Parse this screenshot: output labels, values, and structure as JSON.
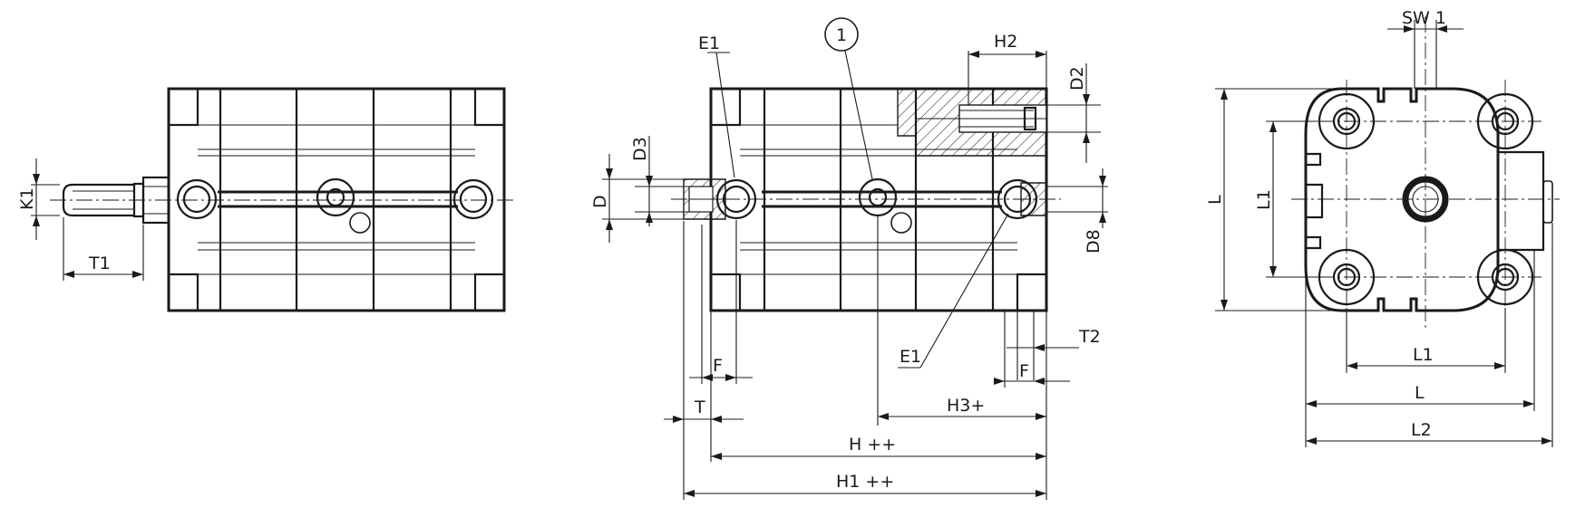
{
  "labels": {
    "k1": "K1",
    "t1": "T1",
    "e1_top": "E1",
    "callout": "1",
    "h2": "H2",
    "d2": "D2",
    "d3": "D3",
    "d": "D",
    "d8": "D8",
    "e1_bottom": "E1",
    "t2": "T2",
    "f_left": "F",
    "f_right": "F",
    "t": "T",
    "h3": "H3+",
    "h": "H ++",
    "h1": "H1 ++",
    "sw1": "SW 1",
    "l_vertical": "L",
    "l1_vertical": "L1",
    "l1_horizontal": "L1",
    "l_horizontal": "L",
    "l2": "L2"
  }
}
